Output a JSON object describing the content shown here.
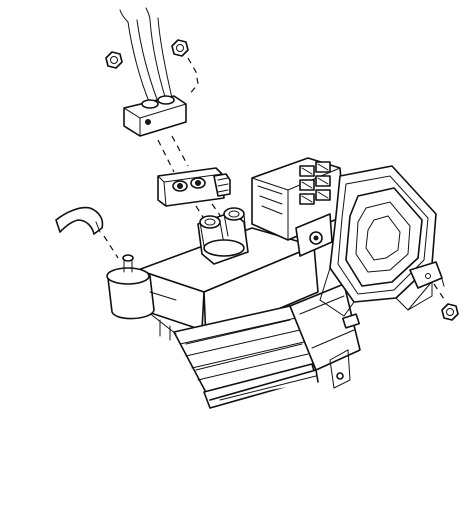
{
  "diagram": {
    "parts": [
      {
        "id": "line-clamp-bracket",
        "icon": "bracket-icon"
      },
      {
        "id": "clamp-nut-left",
        "icon": "hex-nut-icon"
      },
      {
        "id": "clamp-nut-right",
        "icon": "hex-nut-icon"
      },
      {
        "id": "expansion-valve",
        "icon": "valve-icon"
      },
      {
        "id": "drain-hose",
        "icon": "hose-icon"
      },
      {
        "id": "heater-core-evaporator-case",
        "icon": "housing-icon"
      },
      {
        "id": "blower-motor",
        "icon": "motor-icon"
      },
      {
        "id": "case-mounting-nut",
        "icon": "hex-nut-icon"
      }
    ],
    "colors": {
      "ink": "#111111",
      "paper": "#ffffff"
    }
  }
}
